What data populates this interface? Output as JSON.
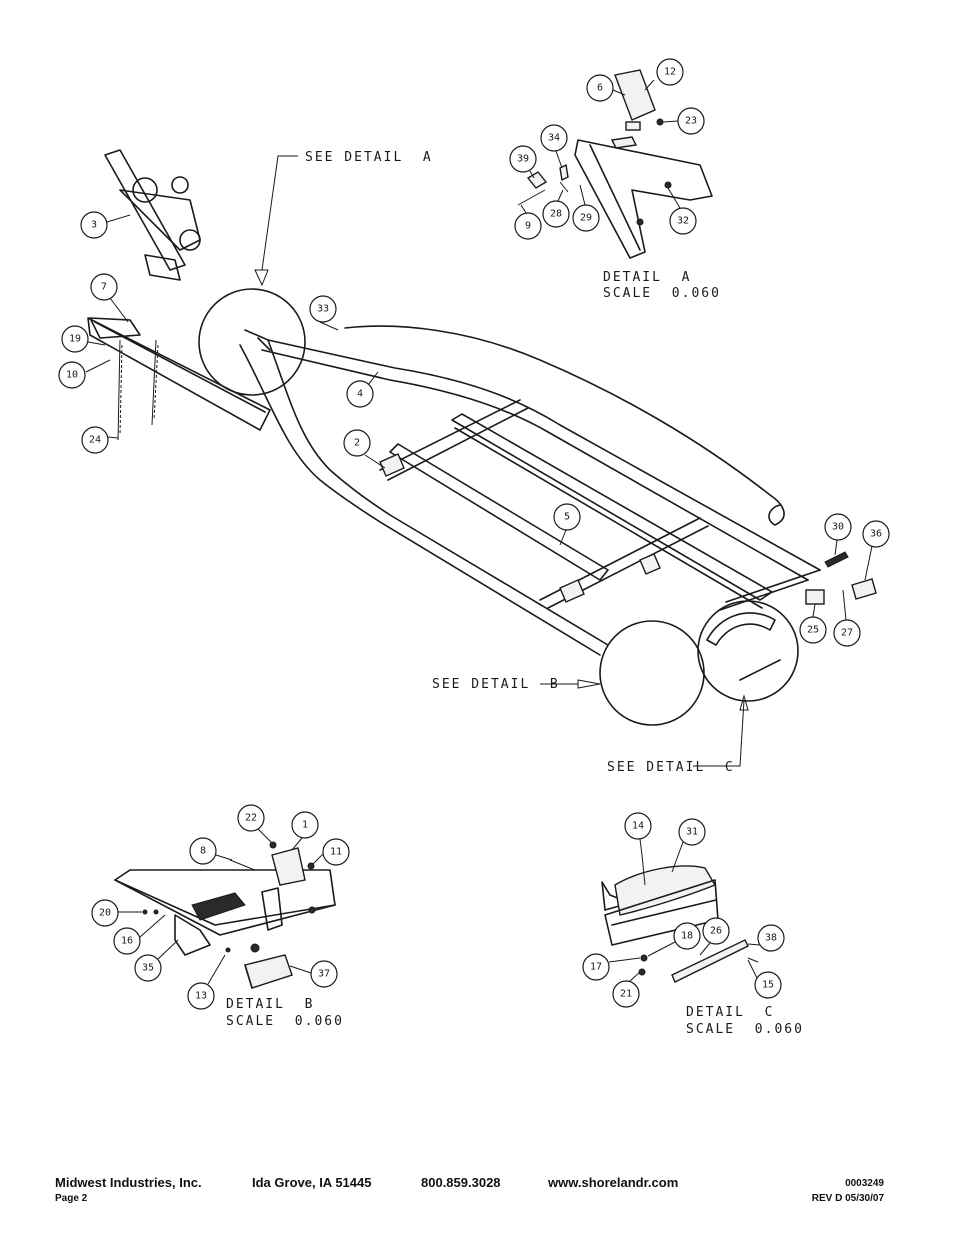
{
  "footer": {
    "company": "Midwest Industries, Inc.",
    "location": "Ida Grove, IA  51445",
    "phone": "800.859.3028",
    "website": "www.shorelandr.com",
    "page": "Page 2",
    "doc_number": "0003249",
    "revision": "REV  D  05/30/07"
  },
  "callouts": {
    "see_detail_a": "SEE DETAIL  A",
    "see_detail_b": "SEE DETAIL  B",
    "see_detail_c": "SEE DETAIL  C"
  },
  "detail_captions": {
    "a_title": "DETAIL  A",
    "a_scale": "SCALE  0.060",
    "b_title": "DETAIL  B",
    "b_scale": "SCALE  0.060",
    "c_title": "DETAIL  C",
    "c_scale": "SCALE  0.060"
  },
  "balloons": {
    "main": [
      "3",
      "7",
      "19",
      "10",
      "24",
      "33",
      "4",
      "2",
      "5",
      "30",
      "36",
      "25",
      "27"
    ],
    "detail_a": [
      "6",
      "12",
      "23",
      "34",
      "39",
      "28",
      "29",
      "9",
      "32"
    ],
    "detail_b": [
      "22",
      "1",
      "8",
      "11",
      "20",
      "16",
      "35",
      "13",
      "37"
    ],
    "detail_c": [
      "14",
      "31",
      "18",
      "26",
      "38",
      "17",
      "21",
      "15"
    ]
  }
}
